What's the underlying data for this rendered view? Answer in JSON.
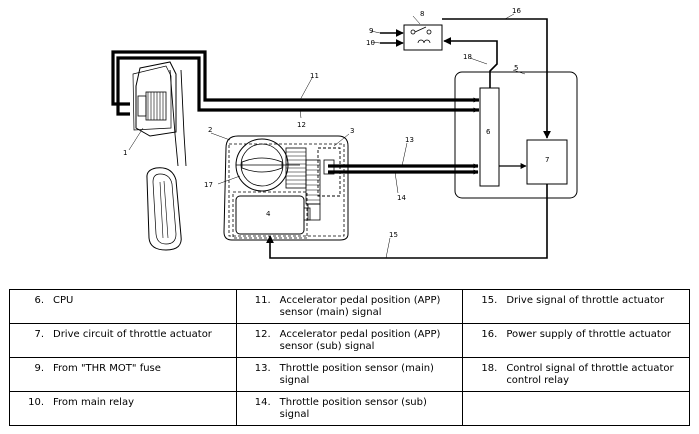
{
  "diagram": {
    "callouts": {
      "n1": "1",
      "n2": "2",
      "n3": "3",
      "n4": "4",
      "n5": "5",
      "n6": "6",
      "n7": "7",
      "n8": "8",
      "n9": "9",
      "n10": "10",
      "n11": "11",
      "n12": "12",
      "n13": "13",
      "n14": "14",
      "n15": "15",
      "n16": "16",
      "n17": "17",
      "n18": "18"
    }
  },
  "legend": {
    "rows": [
      [
        {
          "num": "6.",
          "text": "CPU"
        },
        {
          "num": "11.",
          "text": "Accelerator pedal position (APP) sensor (main) signal"
        },
        {
          "num": "15.",
          "text": "Drive signal of throttle actuator"
        }
      ],
      [
        {
          "num": "7.",
          "text": "Drive circuit of throttle actuator"
        },
        {
          "num": "12.",
          "text": "Accelerator pedal position (APP) sensor (sub) signal"
        },
        {
          "num": "16.",
          "text": "Power supply of throttle actuator"
        }
      ],
      [
        {
          "num": "9.",
          "text": "From \"THR MOT\" fuse"
        },
        {
          "num": "13.",
          "text": "Throttle position sensor (main) signal"
        },
        {
          "num": "18.",
          "text": "Control signal of throttle actuator control relay"
        }
      ],
      [
        {
          "num": "10.",
          "text": "From main relay"
        },
        {
          "num": "14.",
          "text": "Throttle position sensor (sub) signal"
        },
        {
          "num": "",
          "text": ""
        }
      ]
    ]
  }
}
